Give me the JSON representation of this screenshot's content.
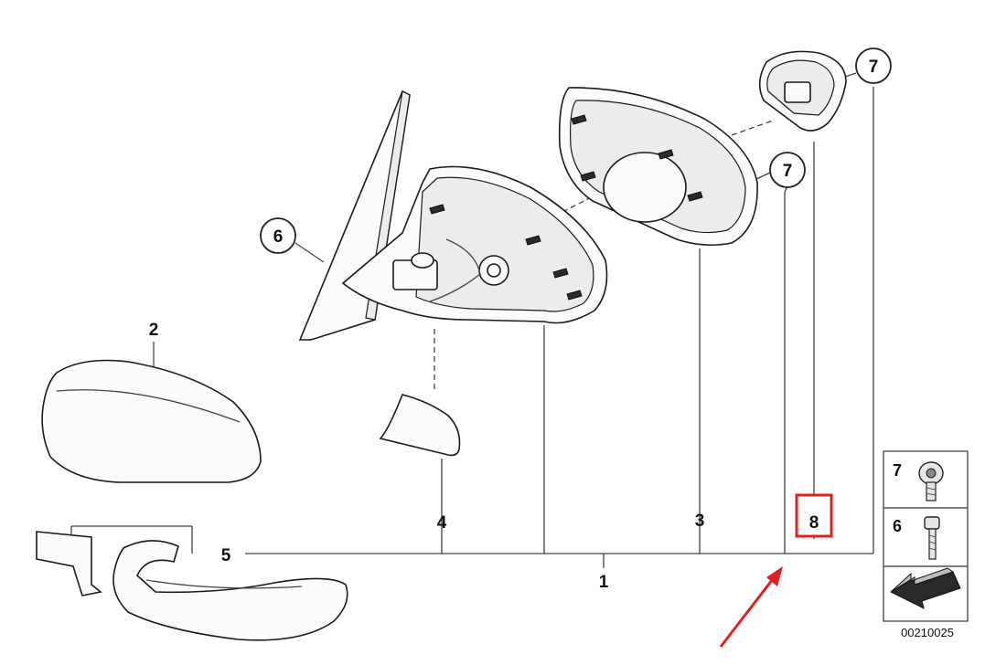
{
  "callouts": {
    "c1": "1",
    "c2": "2",
    "c3": "3",
    "c4": "4",
    "c5": "5",
    "c6": "6",
    "c7a": "7",
    "c7b": "7",
    "c8": "8"
  },
  "legend": {
    "screw7": "7",
    "screw6": "6"
  },
  "reference_number": "00210025",
  "colors": {
    "highlight": "#e02020",
    "arrow": "#e02020",
    "line": "#444444"
  },
  "icons": [
    "mirror-glass-icon",
    "mirror-housing-icon",
    "mirror-cap-icon",
    "trim-icon",
    "indicator-icon",
    "motor-icon",
    "screw-icon",
    "arrow-icon"
  ]
}
